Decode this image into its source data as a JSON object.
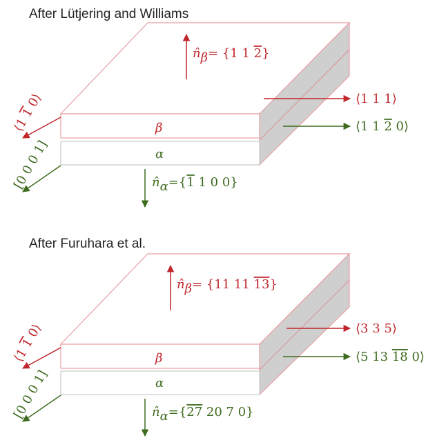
{
  "colors": {
    "beta": "#c0262c",
    "alpha": "#3e6b1f",
    "outline_beta": "#e8a0a3",
    "side_face": "#cfcfcf"
  },
  "panel1": {
    "caption": "After Lütjering and Williams",
    "n_beta_sym": "n̂",
    "n_beta_sub": "β",
    "n_beta_eq": "= {1 1 ",
    "n_beta_bar": "2",
    "n_beta_close": "}",
    "beta_label": "β",
    "alpha_label": "α",
    "dir_beta": "⟨1 1 1⟩",
    "dir_alpha_a": "⟨1 1 ",
    "dir_alpha_bar": "2",
    "dir_alpha_b": " 0⟩",
    "left_beta_a": "⟨1 ",
    "left_beta_bar": "1",
    "left_beta_b": " 0⟩",
    "left_alpha": "[0 0 0 1]",
    "n_alpha_sym": "n̂",
    "n_alpha_sub": "α",
    "n_alpha_eq": "={",
    "n_alpha_bar": "1",
    "n_alpha_rest": " 1 0 0}"
  },
  "panel2": {
    "caption": "After Furuhara et al.",
    "n_beta_sym": "n̂",
    "n_beta_sub": "β",
    "n_beta_eq": "= {11 11 ",
    "n_beta_bar": "13",
    "n_beta_close": "}",
    "beta_label": "β",
    "alpha_label": "α",
    "dir_beta": "⟨3 3 5⟩",
    "dir_alpha_a": "⟨5 13 ",
    "dir_alpha_bar": "18",
    "dir_alpha_b": " 0⟩",
    "left_beta_a": "⟨1 ",
    "left_beta_bar": "1",
    "left_beta_b": " 0⟩",
    "left_alpha": "[0 0 0 1]",
    "n_alpha_sym": "n̂",
    "n_alpha_sub": "α",
    "n_alpha_eq": "={",
    "n_alpha_bar": "27",
    "n_alpha_rest": " 20 7 0}"
  }
}
